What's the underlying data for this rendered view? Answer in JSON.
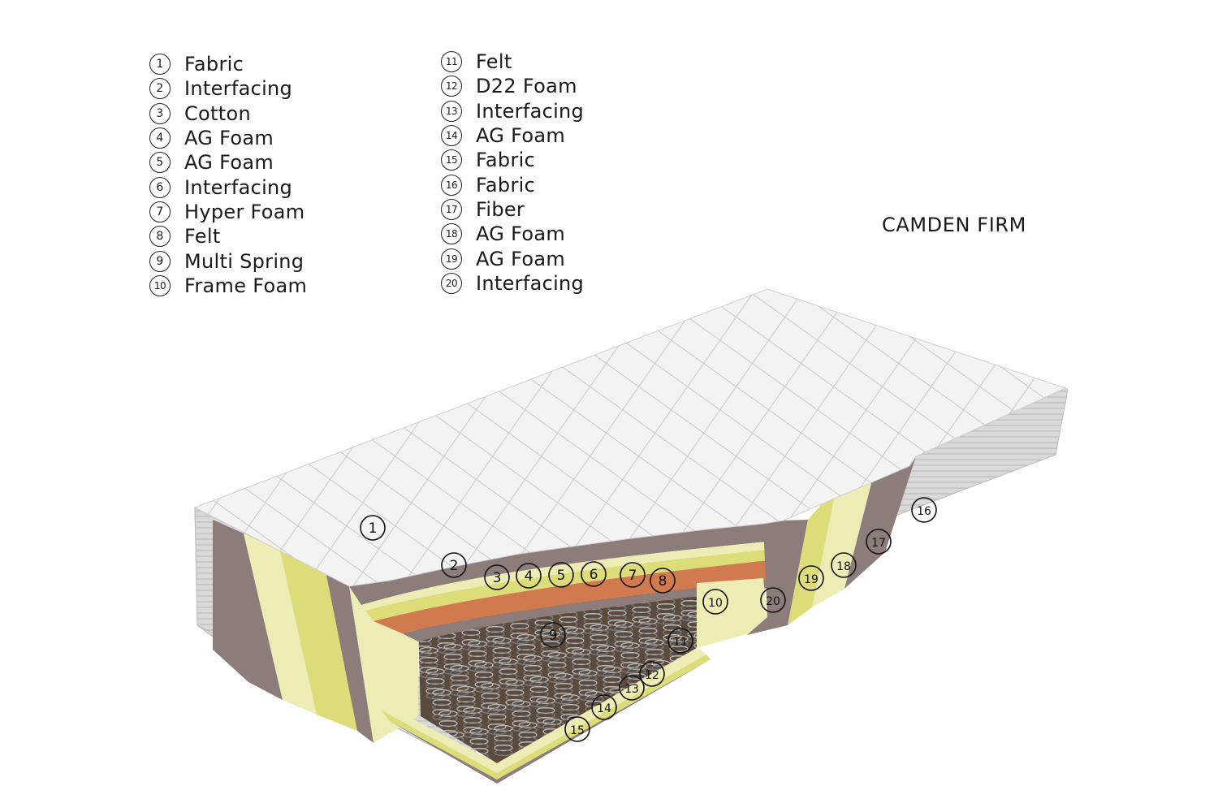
{
  "title": "CAMDEN FIRM",
  "legend_left": [
    {
      "num": "1",
      "label": "Fabric"
    },
    {
      "num": "2",
      "label": "Interfacing"
    },
    {
      "num": "3",
      "label": "Cotton"
    },
    {
      "num": "4",
      "label": "AG Foam"
    },
    {
      "num": "5",
      "label": "AG Foam"
    },
    {
      "num": "6",
      "label": "Interfacing"
    },
    {
      "num": "7",
      "label": "Hyper Foam"
    },
    {
      "num": "8",
      "label": "Felt"
    },
    {
      "num": "9",
      "label": "Multi Spring"
    },
    {
      "num": "10",
      "label": "Frame Foam"
    }
  ],
  "legend_right": [
    {
      "num": "11",
      "label": "Felt"
    },
    {
      "num": "12",
      "label": "D22 Foam"
    },
    {
      "num": "13",
      "label": "Interfacing"
    },
    {
      "num": "14",
      "label": "AG Foam"
    },
    {
      "num": "15",
      "label": "Fabric"
    },
    {
      "num": "16",
      "label": "Fabric"
    },
    {
      "num": "17",
      "label": "Fiber"
    },
    {
      "num": "18",
      "label": "AG Foam"
    },
    {
      "num": "19",
      "label": "AG Foam"
    },
    {
      "num": "20",
      "label": "Interfacing"
    }
  ],
  "callouts": [
    "1",
    "2",
    "3",
    "4",
    "5",
    "6",
    "7",
    "8",
    "9",
    "10",
    "11",
    "12",
    "13",
    "14",
    "15",
    "16",
    "17",
    "18",
    "19",
    "20"
  ],
  "colors": {
    "top_fabric": "#f3f3f3",
    "side_fabric": "#d6d6d6",
    "interfacing_brown": "#8c7c7a",
    "ag_foam_yellow": "#dcdc78",
    "cotton_light": "#ececb4",
    "hyper_foam_orange": "#d07a4e",
    "cavity_dark": "#5b4a3e",
    "spring_grey": "#9a9a9a"
  }
}
